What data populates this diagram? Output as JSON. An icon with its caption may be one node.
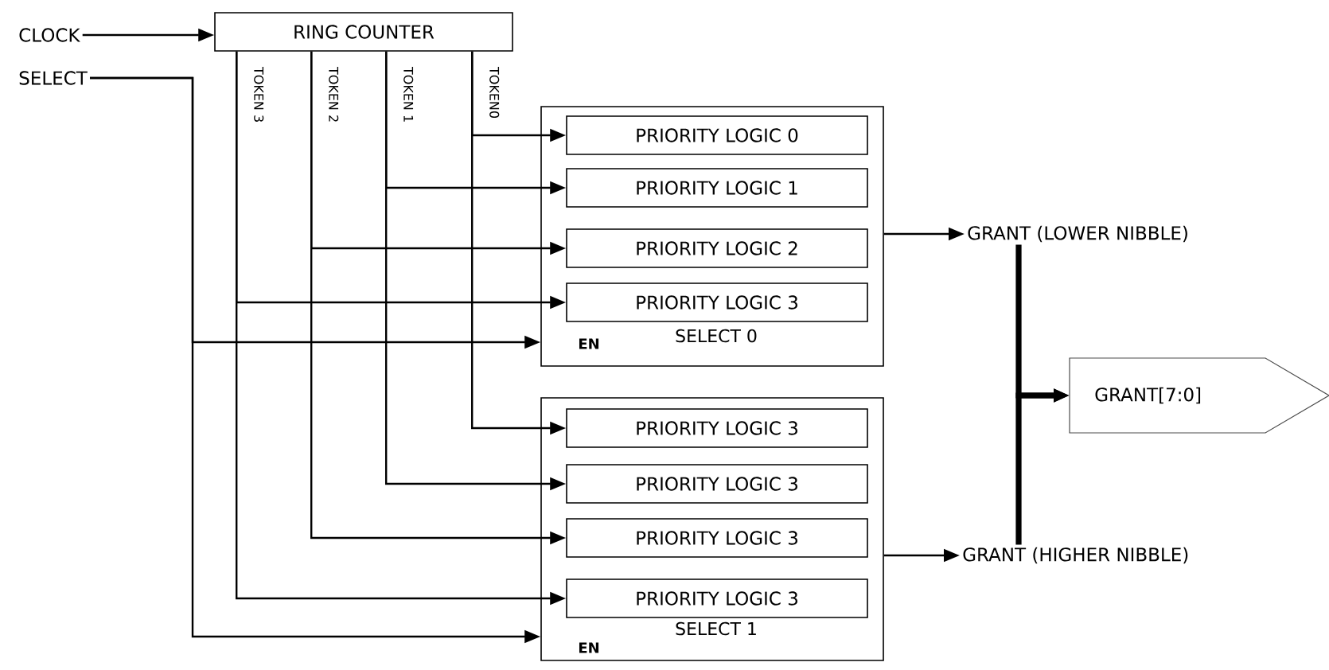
{
  "diagram": {
    "nodes": [
      {
        "text": [
          "CLOCK"
        ]
      },
      {
        "text": [
          "SELECT"
        ]
      },
      {
        "text": [
          "RING COUNTER"
        ]
      },
      {
        "text": [
          "SELECT  0",
          "EN"
        ]
      },
      {
        "text": [
          "PRIORITY LOGIC 0"
        ],
        "in": 3
      },
      {
        "text": [
          "PRIORITY LOGIC 1"
        ],
        "in": 3
      },
      {
        "text": [
          "PRIORITY LOGIC 2"
        ],
        "in": 3
      },
      {
        "text": [
          "PRIORITY LOGIC 3"
        ],
        "in": 3
      },
      {
        "text": [
          "SELECT 1",
          "EN"
        ]
      },
      {
        "text": [
          "PRIORITY LOGIC 3"
        ],
        "in": 8
      },
      {
        "text": [
          "PRIORITY LOGIC 3"
        ],
        "in": 8
      },
      {
        "text": [
          "PRIORITY LOGIC 3"
        ],
        "in": 8
      },
      {
        "text": [
          "PRIORITY LOGIC 3"
        ],
        "in": 8
      },
      {
        "text": [
          "GRANT (LOWER NIBBLE)"
        ]
      },
      {
        "text": [
          "GRANT (HIGHER NIBBLE)"
        ]
      },
      {
        "text": [
          "GRANT[7:0]"
        ]
      }
    ],
    "edges": [
      {
        "from": 0,
        "to": 2,
        "arrow": "to"
      },
      {
        "from": 1,
        "to": 3,
        "arrow": "to"
      },
      {
        "from": 1,
        "to": 8,
        "arrow": "to"
      },
      {
        "from": 2,
        "to": 4,
        "arrow": "to",
        "label": "TOKEN0"
      },
      {
        "from": 2,
        "to": 9,
        "arrow": "to"
      },
      {
        "from": 2,
        "to": 5,
        "arrow": "to",
        "label": "TOKEN 1"
      },
      {
        "from": 2,
        "to": 10,
        "arrow": "to"
      },
      {
        "from": 2,
        "to": 6,
        "arrow": "to",
        "label": "TOKEN 2"
      },
      {
        "from": 2,
        "to": 11,
        "arrow": "to"
      },
      {
        "from": 2,
        "to": 7,
        "arrow": "to",
        "label": "TOKEN 3"
      },
      {
        "from": 2,
        "to": 12,
        "arrow": "to"
      },
      {
        "from": 3,
        "to": 13,
        "arrow": "to"
      },
      {
        "from": 8,
        "to": 14,
        "arrow": "to"
      },
      {
        "from": 13,
        "to": 15,
        "arrow": "to",
        "style": "thick"
      },
      {
        "from": 14,
        "to": 15,
        "arrow": "to",
        "style": "thick"
      }
    ]
  }
}
